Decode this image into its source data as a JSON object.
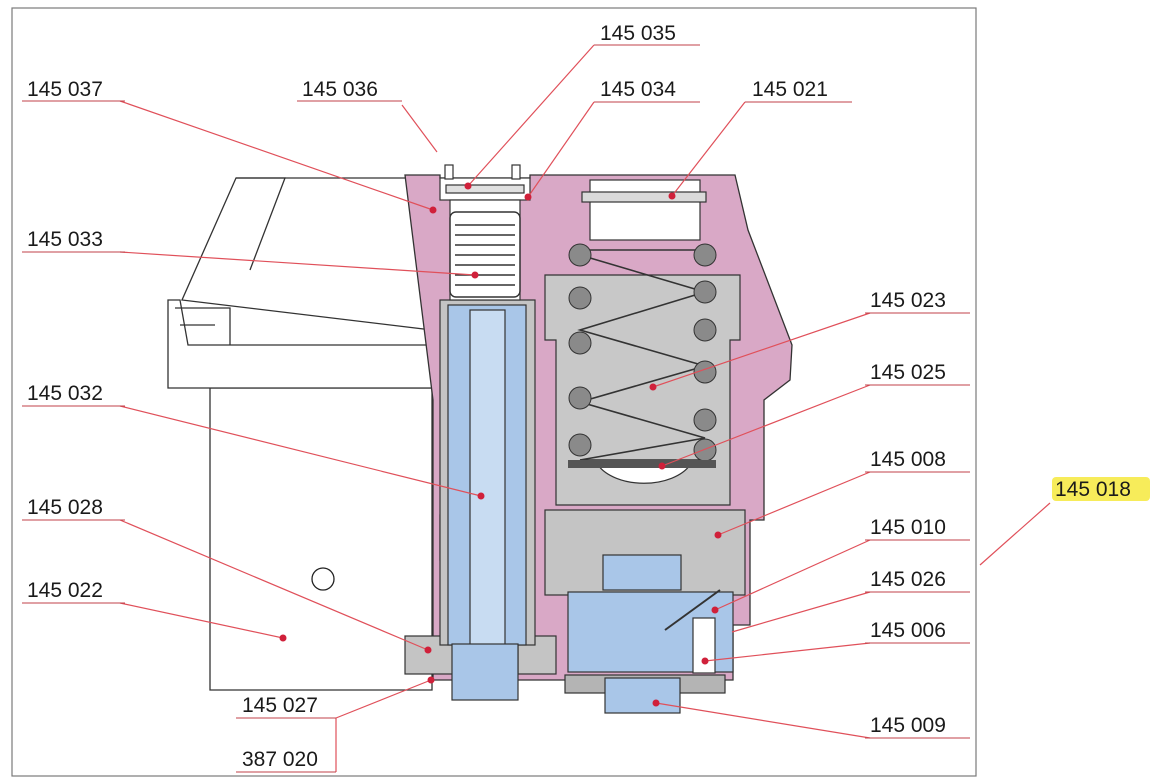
{
  "labels": {
    "p145_035": "145 035",
    "p145_036": "145 036",
    "p145_037": "145 037",
    "p145_034": "145 034",
    "p145_021": "145 021",
    "p145_033": "145 033",
    "p145_023": "145 023",
    "p145_025": "145 025",
    "p145_032": "145 032",
    "p145_008": "145 008",
    "p145_028": "145 028",
    "p145_010": "145 010",
    "p145_026": "145 026",
    "p145_022": "145 022",
    "p145_006": "145 006",
    "p145_027": "145 027",
    "p145_009": "145 009",
    "p387_020": "387 020",
    "p145_018": "145 018"
  },
  "colors": {
    "housing": "#d9a8c6",
    "gray_part": "#c4c4c4",
    "blue_part": "#a9c6e8",
    "light_blue": "#c8dcf2",
    "leader": "#e0505a",
    "highlight": "#f7ec5a"
  }
}
